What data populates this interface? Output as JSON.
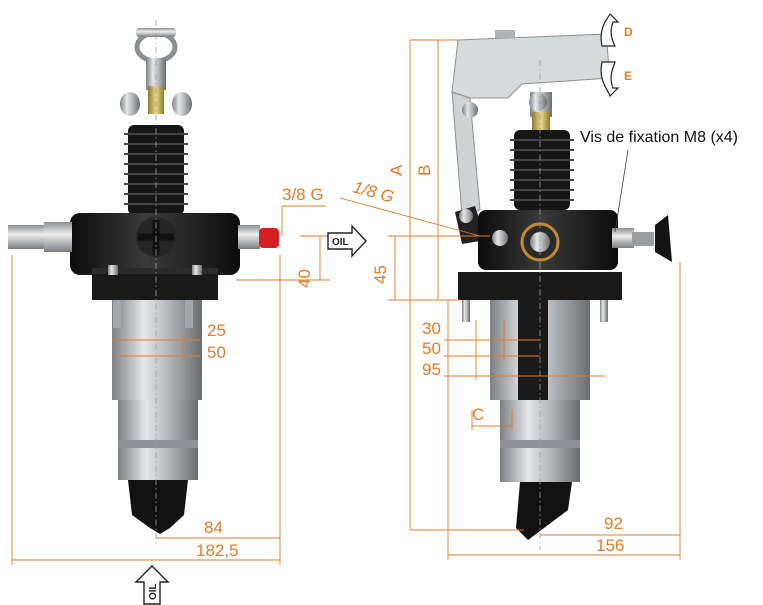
{
  "dimensions": {
    "thread_oil": "3/8 G",
    "thread_side": "1/8 G",
    "d40": "40",
    "d45": "45",
    "d25": "25",
    "d50_left": "50",
    "d84": "84",
    "d182": "182,5",
    "d30": "30",
    "d50_right": "50",
    "d95": "95",
    "dC": "C",
    "d92": "92",
    "d156": "156",
    "dA": "A",
    "dB": "B"
  },
  "labels": {
    "fixing_screw": "Vis de fixation M8 (x4)",
    "arrow_D": "D",
    "arrow_E": "E",
    "oil_right": "OIL",
    "oil_bottom": "OIL"
  },
  "colors": {
    "dimension": "#e07b2c",
    "body": "#1c1c1c",
    "steel": "#b9bcbf"
  }
}
